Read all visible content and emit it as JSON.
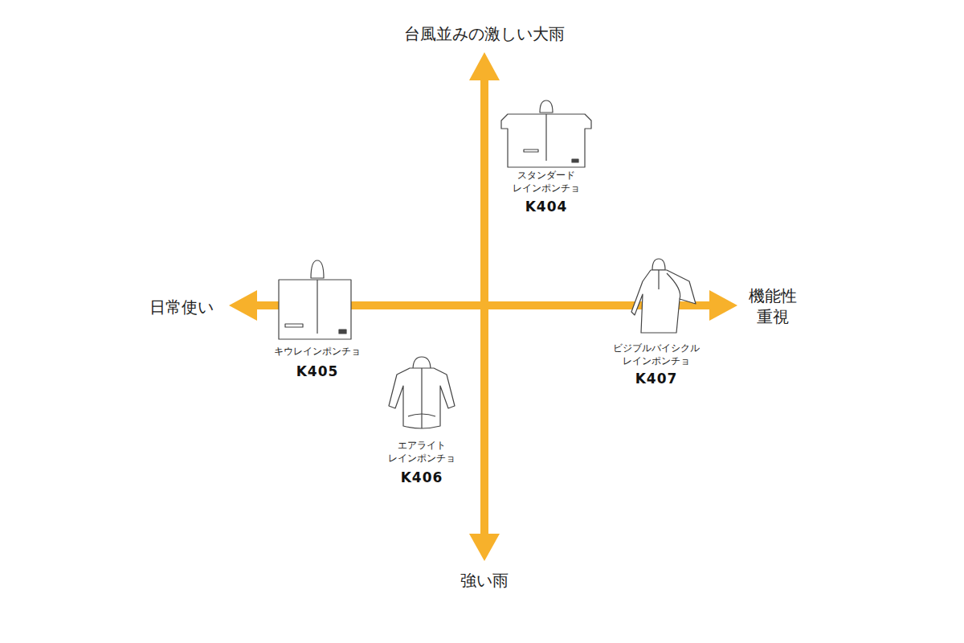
{
  "diagram": {
    "labels": [
      "台風並みの激しい大雨",
      "強い雨",
      "日常使い",
      "機能性 重視",
      "スタンダード レインポンチョ",
      "K404",
      "キウレインポンチョ",
      "K405",
      "エアライト レインポンチョ",
      "K406",
      "ビジブルバイシクル レインポンチョ",
      "K407"
    ]
  }
}
